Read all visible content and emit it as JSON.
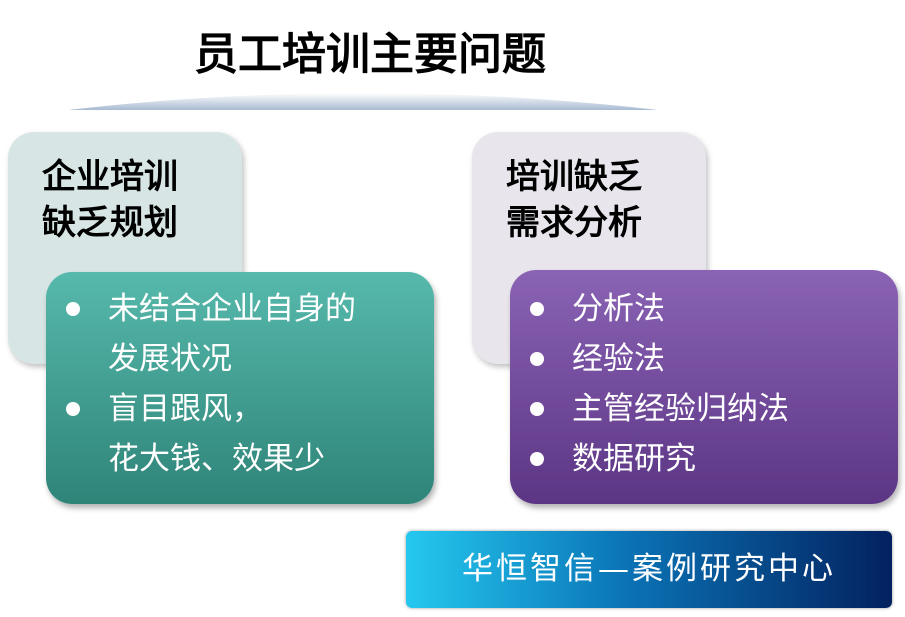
{
  "title": "员工培训主要问题",
  "left": {
    "heading": [
      "企业培训",
      "缺乏规划"
    ],
    "items": [
      [
        "未结合企业自身的",
        "发展状况"
      ],
      [
        "盲目跟风，",
        "花大钱、效果少"
      ]
    ]
  },
  "right": {
    "heading": [
      "培训缺乏",
      "需求分析"
    ],
    "items": [
      "分析法",
      "经验法",
      "主管经验归纳法",
      "数据研究"
    ]
  },
  "brand": "华恒智信—案例研究中心"
}
